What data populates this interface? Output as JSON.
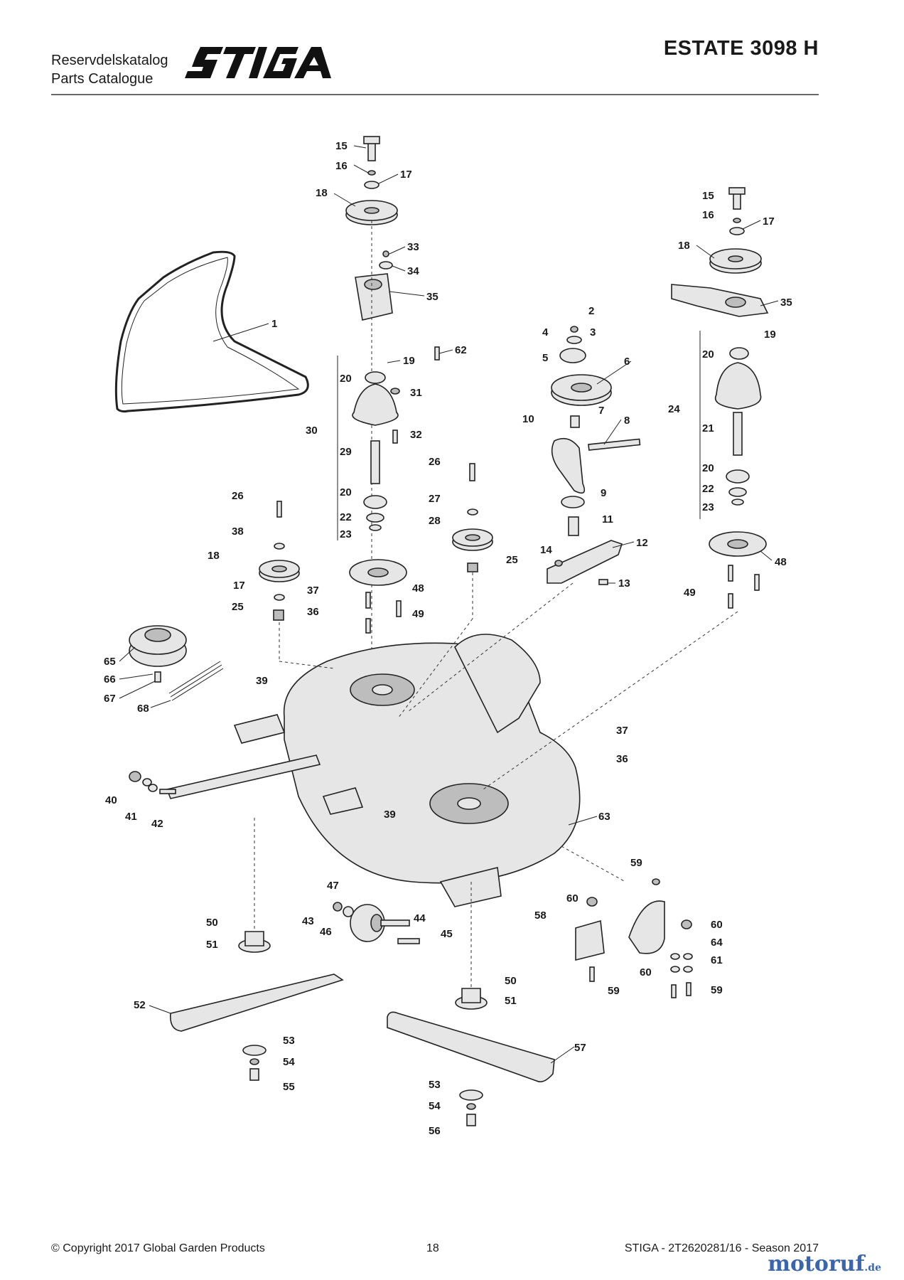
{
  "header": {
    "catalog_sv": "Reservdelskatalog",
    "catalog_en": "Parts Catalogue",
    "brand": "STIGA",
    "model": "ESTATE 3098 H"
  },
  "footer": {
    "copyright": "© Copyright 2017 Global Garden Products",
    "page": "18",
    "doc_ref": "STIGA - 2T2620281/16 - Season 2017"
  },
  "watermark": {
    "name": "motoruf",
    "tld": ".de"
  },
  "callouts": [
    "1",
    "2",
    "3",
    "4",
    "5",
    "6",
    "7",
    "8",
    "9",
    "10",
    "11",
    "12",
    "13",
    "14",
    "15",
    "16",
    "17",
    "18",
    "19",
    "20",
    "21",
    "22",
    "23",
    "24",
    "25",
    "26",
    "27",
    "28",
    "29",
    "30",
    "31",
    "32",
    "33",
    "34",
    "35",
    "36",
    "37",
    "38",
    "39",
    "40",
    "41",
    "42",
    "43",
    "44",
    "45",
    "46",
    "47",
    "48",
    "49",
    "50",
    "51",
    "52",
    "53",
    "54",
    "55",
    "56",
    "57",
    "58",
    "59",
    "60",
    "61",
    "62",
    "63",
    "64",
    "65",
    "66",
    "67",
    "68"
  ]
}
